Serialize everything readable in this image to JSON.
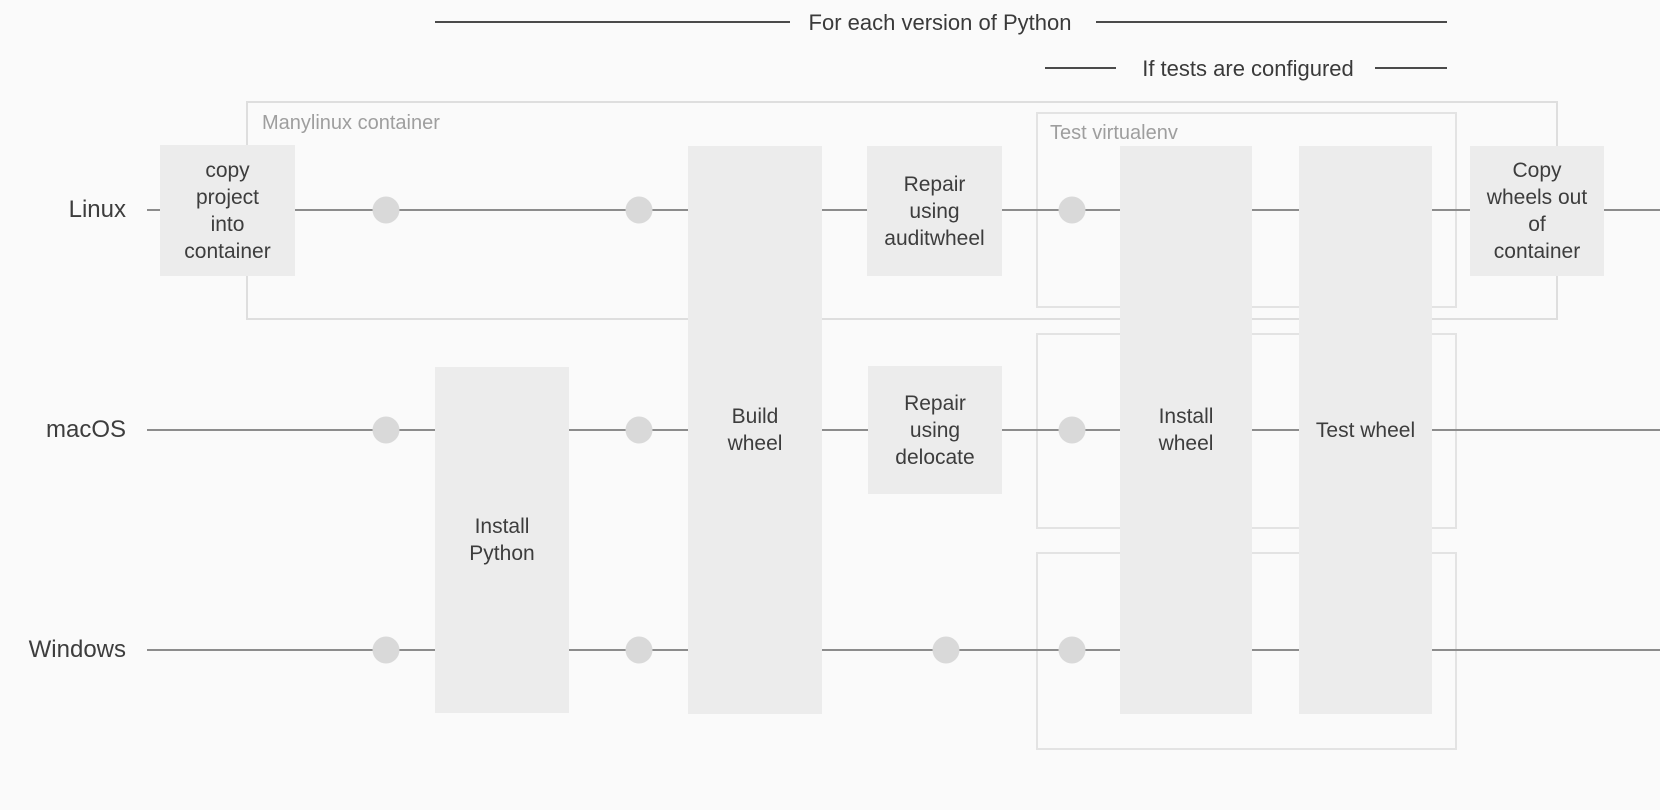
{
  "diagram": {
    "brackets": {
      "for_each_python": "For each version of Python",
      "if_tests_configured": "If tests are configured"
    },
    "lanes": {
      "linux": "Linux",
      "macos": "macOS",
      "windows": "Windows"
    },
    "containers": {
      "manylinux": "Manylinux container",
      "test_virtualenv": "Test virtualenv"
    },
    "steps": {
      "copy_project": "copy\nproject\ninto\ncontainer",
      "install_python": "Install\nPython",
      "build_wheel": "Build\nwheel",
      "repair_auditwheel": "Repair\nusing\nauditwheel",
      "repair_delocate": "Repair\nusing\ndelocate",
      "install_wheel": "Install\nwheel",
      "test_wheel": "Test wheel",
      "copy_wheels_out": "Copy\nwheels out\nof\ncontainer"
    },
    "colors": {
      "background": "#fafafa",
      "step_fill": "#ececec",
      "lane_line": "#8c8c8c",
      "node_dot": "#d9d9d9",
      "bracket_line": "#4a4a4a",
      "text": "#3d3d3d",
      "container_border": "#dedede",
      "container_label": "#9e9e9e"
    }
  }
}
